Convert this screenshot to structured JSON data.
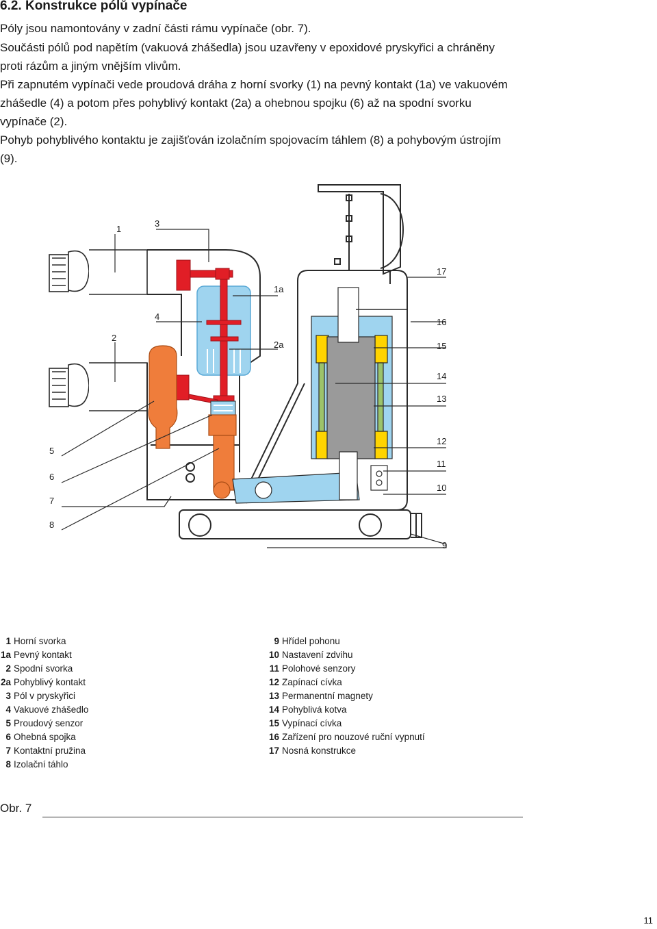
{
  "heading": "6.2. Konstrukce pólů vypínače",
  "paragraphs": [
    "Póly jsou namontovány v zadní části rámu vypínače (obr. 7).",
    "Součásti pólů pod napětím (vakuová zhášedla) jsou uzavřeny v epoxidové pryskyřici a chráněny proti rázům a jiným vnějším vlivům.",
    "Při zapnutém vypínači vede proudová dráha z horní svorky (1) na pevný kontakt (1a) ve vakuovém zhášedle (4) a potom přes pohyblivý kontakt (2a) a ohebnou spojku (6) až na spodní svorku vypínače (2).",
    "Pohyb pohyblivého kontaktu je zajišťován izolačním spojovacím táhlem (8) a pohybovým ústrojím (9)."
  ],
  "figure": {
    "callouts": {
      "c1": "1",
      "c3": "3",
      "c17": "17",
      "c1a": "1a",
      "c4": "4",
      "c16": "16",
      "c2": "2",
      "c2a": "2a",
      "c15": "15",
      "c14": "14",
      "c13": "13",
      "c5": "5",
      "c12": "12",
      "c11": "11",
      "c6": "6",
      "c10": "10",
      "c7": "7",
      "c8": "8",
      "c9": "9"
    },
    "colors": {
      "red": "#e11e26",
      "orange": "#ef7d3b",
      "light_blue": "#9fd4ef",
      "yellow": "#ffd400",
      "green": "#9cc36a",
      "gray": "#9a9a9a",
      "outline": "#2a2a2a"
    }
  },
  "legend_left": [
    {
      "num": "1",
      "text": "Horní svorka"
    },
    {
      "num": "1a",
      "text": "Pevný kontakt"
    },
    {
      "num": "2",
      "text": "Spodní svorka"
    },
    {
      "num": "2a",
      "text": "Pohyblivý kontakt"
    },
    {
      "num": "3",
      "text": "Pól v pryskyřici"
    },
    {
      "num": "4",
      "text": "Vakuové zhášedlo"
    },
    {
      "num": "5",
      "text": "Proudový senzor"
    },
    {
      "num": "6",
      "text": "Ohebná spojka"
    },
    {
      "num": "7",
      "text": "Kontaktní pružina"
    },
    {
      "num": "8",
      "text": "Izolační táhlo"
    }
  ],
  "legend_right": [
    {
      "num": "9",
      "text": "Hřídel pohonu"
    },
    {
      "num": "10",
      "text": "Nastavení zdvihu"
    },
    {
      "num": "11",
      "text": "Polohové senzory"
    },
    {
      "num": "12",
      "text": "Zapínací cívka"
    },
    {
      "num": "13",
      "text": "Permanentní magnety"
    },
    {
      "num": "14",
      "text": "Pohyblivá kotva"
    },
    {
      "num": "15",
      "text": "Vypínací cívka"
    },
    {
      "num": "16",
      "text": "Zařízení pro nouzové ruční vypnutí"
    },
    {
      "num": "17",
      "text": "Nosná konstrukce"
    }
  ],
  "caption": "Obr. 7",
  "page_number": "11"
}
